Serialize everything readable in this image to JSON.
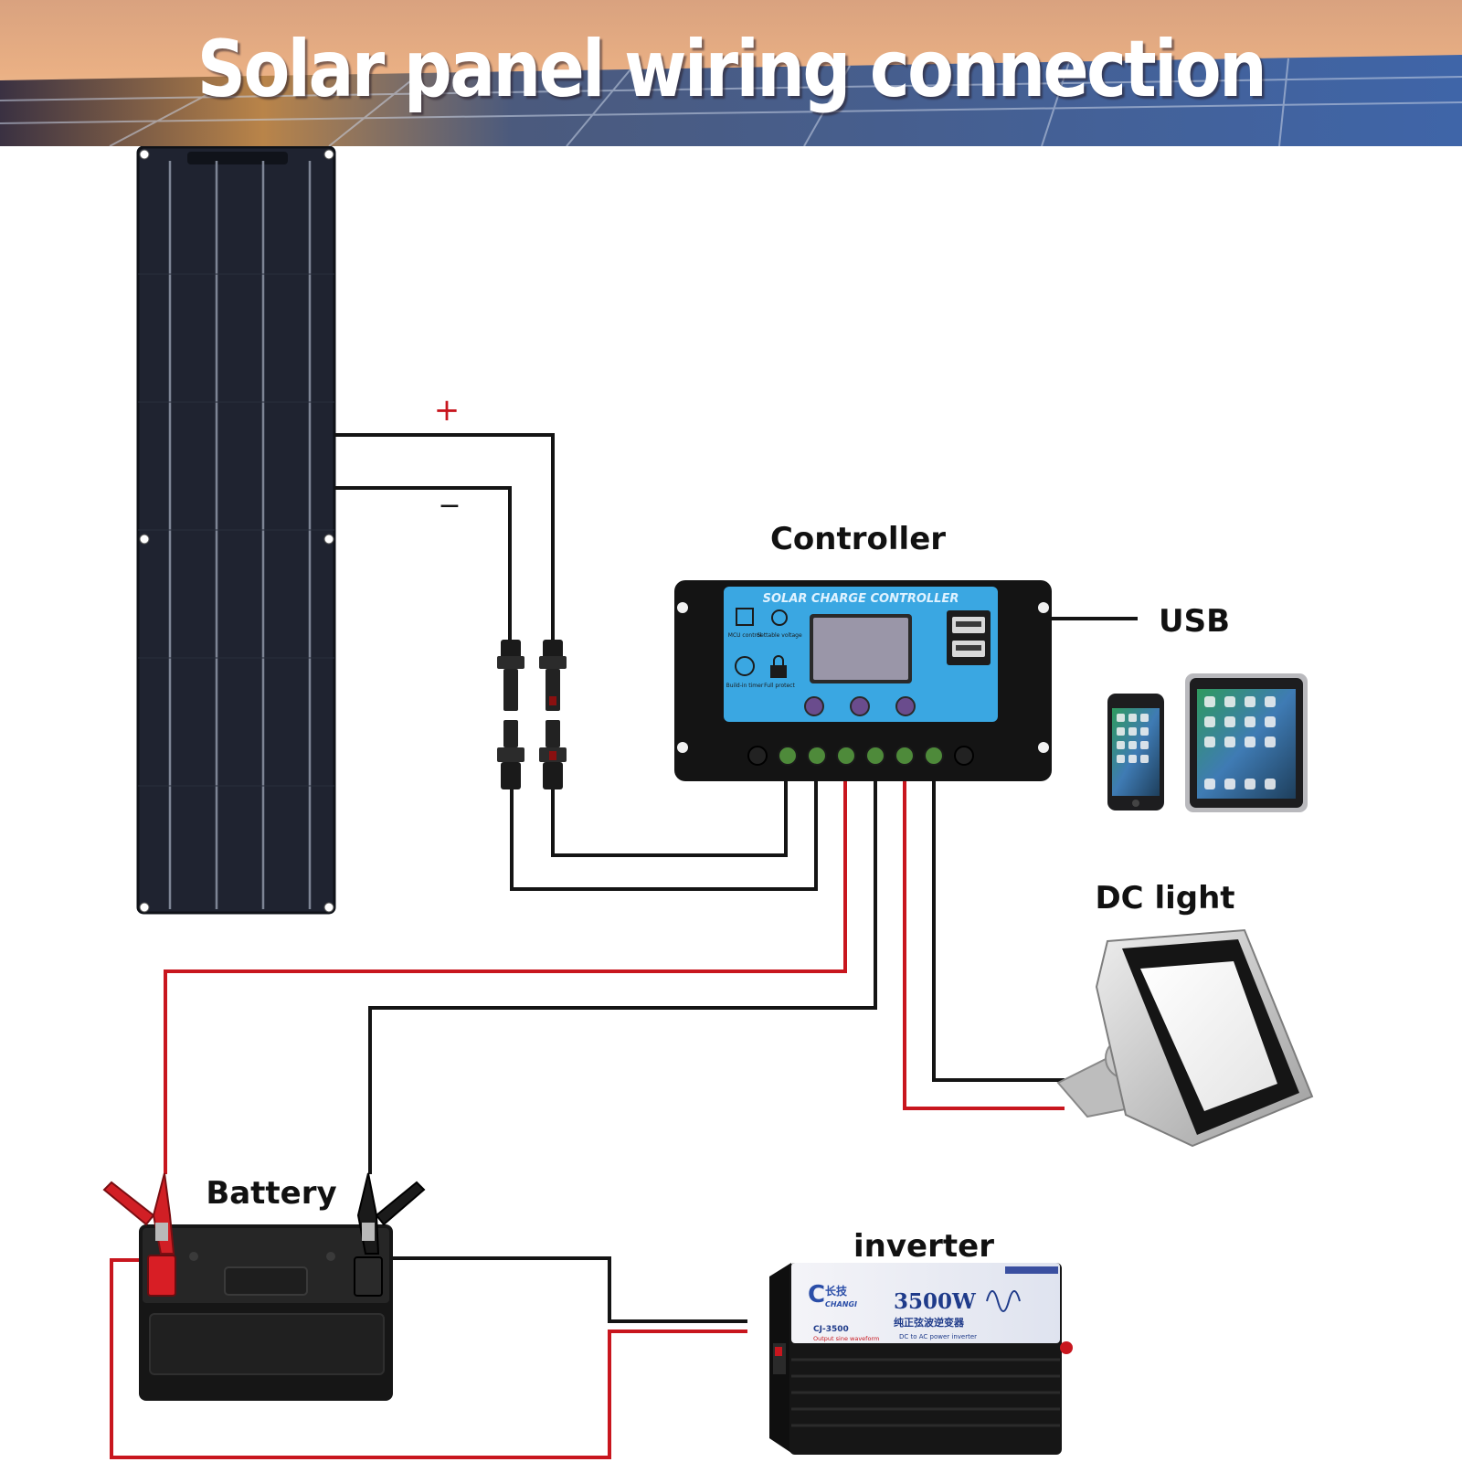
{
  "title": "Solar panel wiring connection",
  "labels": {
    "plus": "+",
    "minus": "−",
    "controller": "Controller",
    "usb": "USB",
    "dc_light": "DC light",
    "battery": "Battery",
    "inverter": "inverter"
  },
  "controller_panel": {
    "header": "SOLAR CHARGE CONTROLLER",
    "icon_labels": [
      "MCU control",
      "Settable voltage",
      "Build-in timer",
      "Full protect"
    ]
  },
  "inverter_panel": {
    "brand": "CHANGI",
    "brand_cn": "长技",
    "power": "3500W",
    "cn_text": "纯正弦波逆变器",
    "model": "CJ-3500",
    "desc": "DC to AC power inverter",
    "waveform": "Output sine waveform"
  },
  "colors": {
    "wire_black": "#141414",
    "wire_red": "#c8161e",
    "controller_face": "#3aa7e2",
    "panel_cell": "#1f2330"
  }
}
